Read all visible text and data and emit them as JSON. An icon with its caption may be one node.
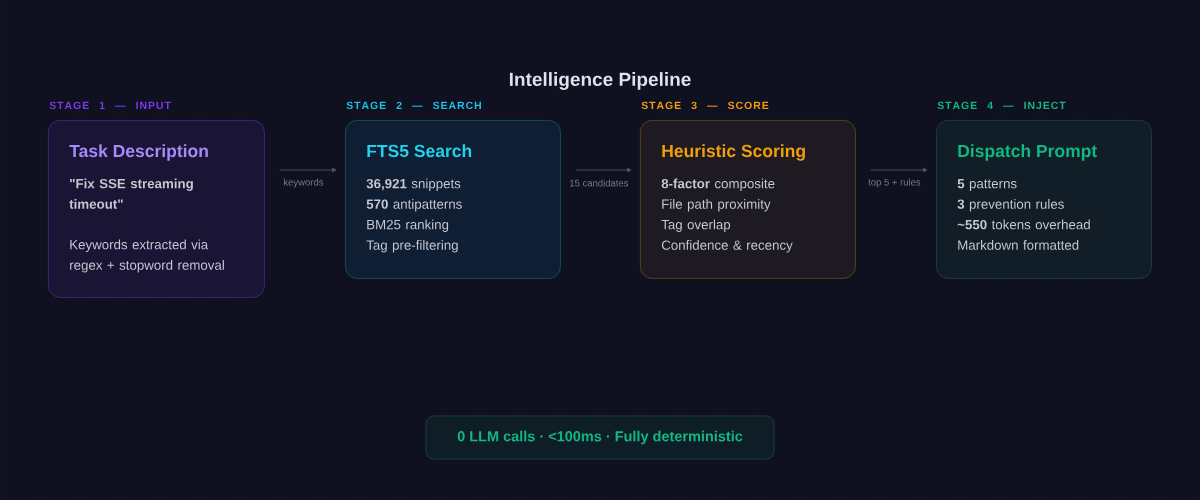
{
  "diagram": {
    "title": "Intelligence Pipeline",
    "nodes": [
      {
        "text": [
          "STAGE 1 — INPUT",
          "Task Description",
          "\"Fix SSE streaming timeout\"",
          "Keywords extracted via regex + stopword removal"
        ]
      },
      {
        "text": [
          "STAGE 2 — SEARCH",
          "FTS5 Search",
          "**36,921** snippets",
          "**570** antipatterns",
          "BM25 ranking",
          "Tag pre-filtering"
        ]
      },
      {
        "text": [
          "STAGE 3 — SCORE",
          "Heuristic Scoring",
          "**8-factor** composite",
          "File path proximity",
          "Tag overlap",
          "Confidence & recency"
        ]
      },
      {
        "text": [
          "STAGE 4 — INJECT",
          "Dispatch Prompt",
          "**5** patterns",
          "**3** prevention rules",
          "**~550** tokens overhead",
          "Markdown formatted"
        ]
      },
      {
        "text": [
          "0 LLM calls · <100ms · Fully deterministic"
        ]
      }
    ],
    "edges": [
      {
        "from": 0,
        "to": 1,
        "arrow": "to",
        "label": "keywords"
      },
      {
        "from": 1,
        "to": 2,
        "arrow": "to",
        "label": "15 candidates"
      },
      {
        "from": 2,
        "to": 3,
        "arrow": "to",
        "label": "top 5 + rules"
      }
    ]
  }
}
